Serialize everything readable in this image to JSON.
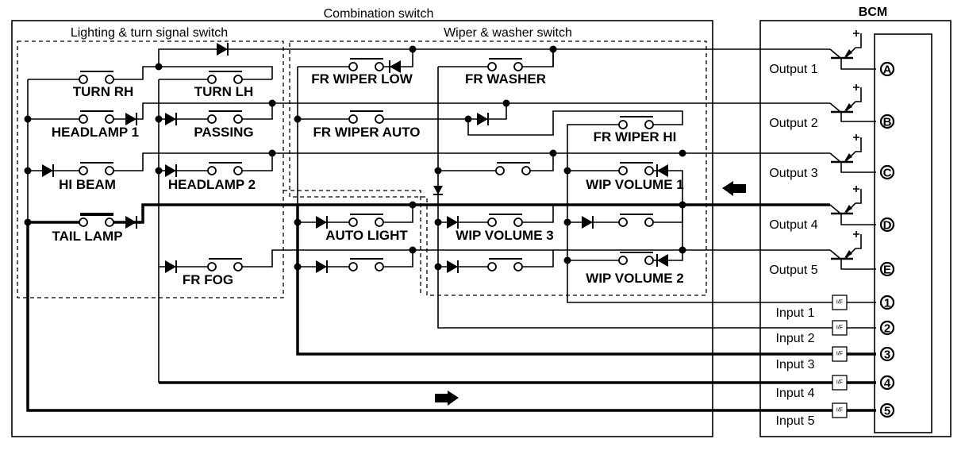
{
  "titles": {
    "combination_switch": "Combination switch",
    "lighting_switch": "Lighting & turn signal switch",
    "wiper_switch": "Wiper & washer switch",
    "bcm": "BCM"
  },
  "switches": [
    "TURN RH",
    "TURN LH",
    "HEADLAMP 1",
    "PASSING",
    "HI BEAM",
    "HEADLAMP 2",
    "TAIL LAMP",
    "FR FOG",
    "FR WIPER LOW",
    "FR WASHER",
    "FR WIPER AUTO",
    "FR WIPER HI",
    "WIP VOLUME 1",
    "AUTO LIGHT",
    "WIP VOLUME 3",
    "WIP VOLUME 2"
  ],
  "outputs": [
    {
      "label": "Output 1",
      "pin": "A"
    },
    {
      "label": "Output 2",
      "pin": "B"
    },
    {
      "label": "Output 3",
      "pin": "C"
    },
    {
      "label": "Output 4",
      "pin": "D"
    },
    {
      "label": "Output 5",
      "pin": "E"
    }
  ],
  "inputs": [
    {
      "label": "Input 1",
      "pin": "1",
      "interface": "I/F"
    },
    {
      "label": "Input 2",
      "pin": "2",
      "interface": "I/F"
    },
    {
      "label": "Input 3",
      "pin": "3",
      "interface": "I/F"
    },
    {
      "label": "Input 4",
      "pin": "4",
      "interface": "I/F"
    },
    {
      "label": "Input 5",
      "pin": "5",
      "interface": "I/F"
    }
  ]
}
